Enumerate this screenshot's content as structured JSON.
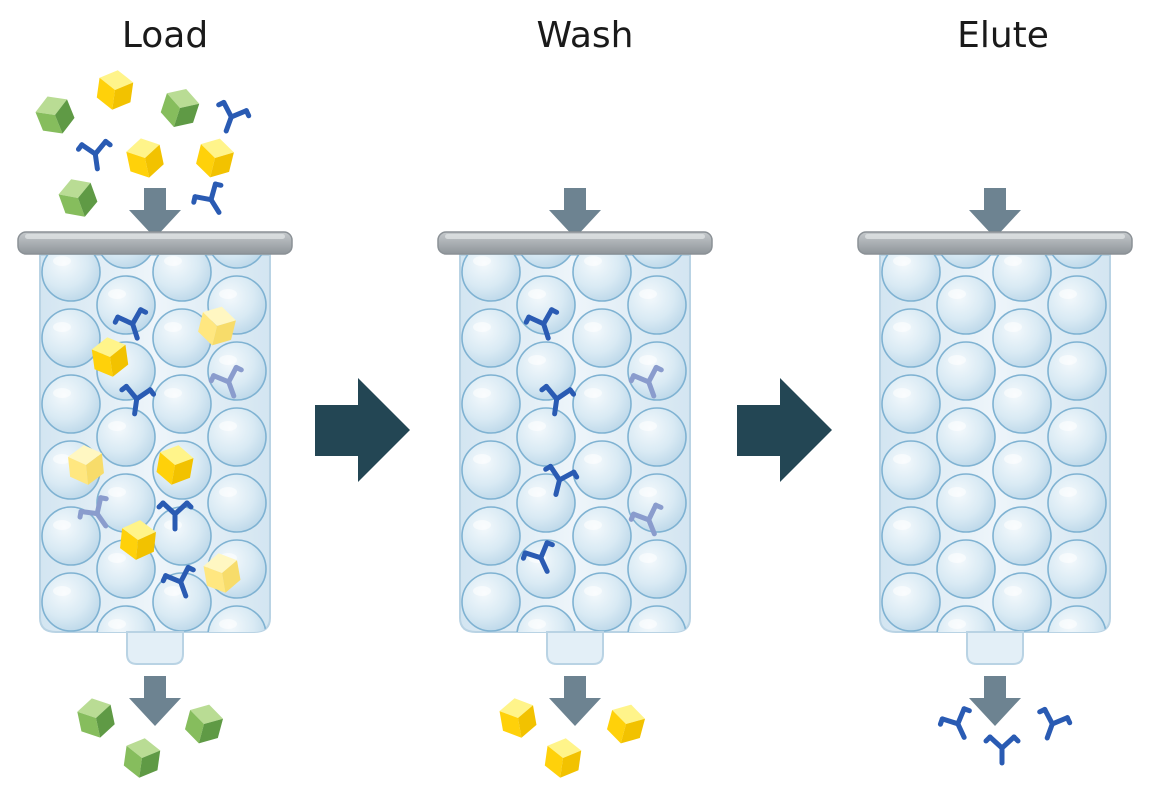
{
  "steps": [
    {
      "id": "load",
      "title": "Load",
      "above": [
        [
          "cube-green",
          55,
          115,
          -22
        ],
        [
          "cube-yellow",
          115,
          90,
          8
        ],
        [
          "cube-green",
          180,
          108,
          18
        ],
        [
          "antibody",
          232,
          115,
          20
        ],
        [
          "antibody",
          95,
          152,
          -8
        ],
        [
          "cube-yellow",
          145,
          158,
          -12
        ],
        [
          "cube-yellow",
          215,
          158,
          14
        ],
        [
          "antibody",
          210,
          198,
          -32
        ],
        [
          "cube-green",
          78,
          198,
          -20
        ]
      ],
      "inside": [
        [
          "antibody",
          132,
          322,
          -18
        ],
        [
          "cube-yellow-light",
          217,
          326,
          14
        ],
        [
          "cube-yellow",
          110,
          357,
          -8
        ],
        [
          "antibody-light",
          228,
          380,
          -20
        ],
        [
          "antibody",
          137,
          397,
          8
        ],
        [
          "cube-yellow-light",
          86,
          465,
          -6
        ],
        [
          "cube-yellow",
          175,
          465,
          10
        ],
        [
          "antibody",
          175,
          512,
          0
        ],
        [
          "antibody-light",
          96,
          512,
          -35
        ],
        [
          "cube-yellow",
          138,
          540,
          6
        ],
        [
          "cube-yellow-light",
          222,
          573,
          -10
        ],
        [
          "antibody",
          180,
          580,
          -20
        ]
      ],
      "below": [
        [
          "cube-green",
          96,
          718,
          -12
        ],
        [
          "cube-green",
          204,
          724,
          15
        ],
        [
          "cube-green",
          142,
          758,
          8
        ]
      ]
    },
    {
      "id": "wash",
      "title": "Wash",
      "above": [],
      "inside": [
        [
          "antibody",
          543,
          322,
          -18
        ],
        [
          "antibody-light",
          648,
          380,
          -20
        ],
        [
          "antibody",
          557,
          397,
          8
        ],
        [
          "antibody",
          560,
          478,
          14
        ],
        [
          "antibody-light",
          648,
          518,
          -22
        ],
        [
          "antibody",
          540,
          556,
          -25
        ]
      ],
      "below": [
        [
          "cube-yellow",
          518,
          718,
          -10
        ],
        [
          "cube-yellow",
          626,
          724,
          15
        ],
        [
          "cube-yellow",
          563,
          758,
          8
        ]
      ]
    },
    {
      "id": "elute",
      "title": "Elute",
      "above": [],
      "inside": [],
      "below": [
        [
          "antibody",
          957,
          722,
          -25
        ],
        [
          "antibody",
          1053,
          722,
          20
        ],
        [
          "antibody",
          1002,
          746,
          0
        ]
      ]
    }
  ],
  "colors": {
    "arrow_dark": "#234654",
    "arrow_flow": "#6d8391",
    "lid": "#a9aeb2",
    "column_fill": "#e6f1f8",
    "bead": "#cfe4f1",
    "bead_edge": "#7fb2d2",
    "antibody": "#2a5bb3",
    "antibody_light": "#8a9ccd",
    "cube_yellow": "#ffd60a",
    "cube_green": "#7fb55a"
  },
  "icons": [
    "cube-icon",
    "antibody-icon",
    "bead-icon",
    "process-arrow-icon",
    "flow-arrow-icon"
  ]
}
